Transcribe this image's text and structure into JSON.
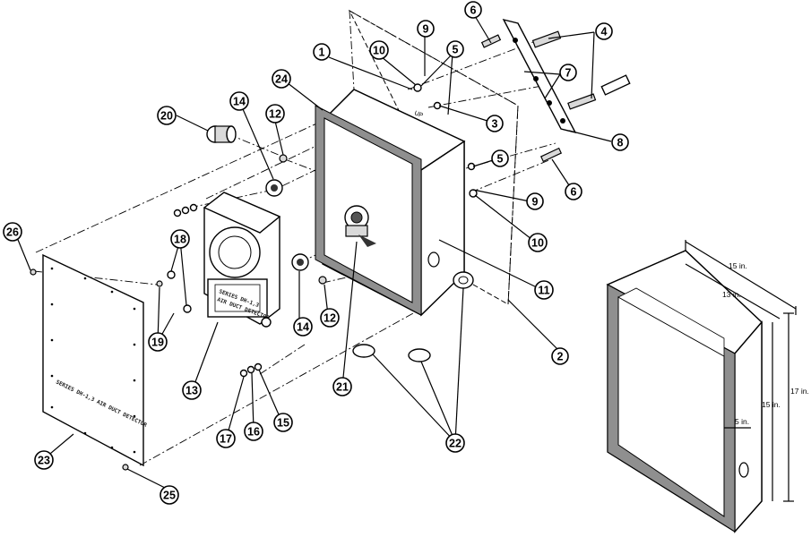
{
  "callouts": [
    {
      "id": "c1",
      "label": "1"
    },
    {
      "id": "c2",
      "label": "2"
    },
    {
      "id": "c3",
      "label": "3"
    },
    {
      "id": "c4",
      "label": "4"
    },
    {
      "id": "c5a",
      "label": "5"
    },
    {
      "id": "c5b",
      "label": "5"
    },
    {
      "id": "c6a",
      "label": "6"
    },
    {
      "id": "c6b",
      "label": "6"
    },
    {
      "id": "c7",
      "label": "7"
    },
    {
      "id": "c8",
      "label": "8"
    },
    {
      "id": "c9a",
      "label": "9"
    },
    {
      "id": "c9b",
      "label": "9"
    },
    {
      "id": "c10a",
      "label": "10"
    },
    {
      "id": "c10b",
      "label": "10"
    },
    {
      "id": "c11",
      "label": "11"
    },
    {
      "id": "c12a",
      "label": "12"
    },
    {
      "id": "c12b",
      "label": "12"
    },
    {
      "id": "c13",
      "label": "13"
    },
    {
      "id": "c14a",
      "label": "14"
    },
    {
      "id": "c14b",
      "label": "14"
    },
    {
      "id": "c15",
      "label": "15"
    },
    {
      "id": "c16",
      "label": "16"
    },
    {
      "id": "c17",
      "label": "17"
    },
    {
      "id": "c18",
      "label": "18"
    },
    {
      "id": "c19",
      "label": "19"
    },
    {
      "id": "c20",
      "label": "20"
    },
    {
      "id": "c21",
      "label": "21"
    },
    {
      "id": "c22",
      "label": "22"
    },
    {
      "id": "c23",
      "label": "23"
    },
    {
      "id": "c24",
      "label": "24"
    },
    {
      "id": "c25",
      "label": "25"
    },
    {
      "id": "c26",
      "label": "26"
    }
  ],
  "box_dimensions": {
    "width_outer": "15 in.",
    "width_inner": "13 in.",
    "height_outer": "17 in.",
    "height_inner": "15 in.",
    "depth": "5 in."
  },
  "labels": {
    "up_mark": "UP",
    "cover_stencil_1": "SERIES DH-1,3 AIR DUCT DETECTOR",
    "housing_stencil_1": "SERIES DH-1,3",
    "housing_stencil_2": "AIR DUCT DETECTOR"
  }
}
